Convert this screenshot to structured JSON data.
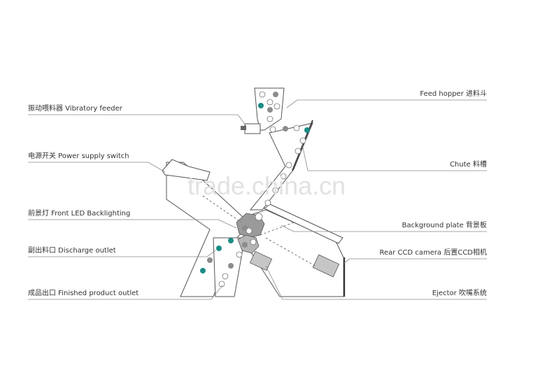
{
  "labels": {
    "vibratory_feeder": "振动喂料器 Vibratory feeder",
    "power_switch": "电源开关 Power supply switch",
    "front_led": "前景灯 Front LED Backlighting",
    "discharge_outlet": "副出料口 Discharge outlet",
    "finished_outlet": "成品出口 Finished product outlet",
    "feed_hopper": "Feed hopper 进料斗",
    "chute": "Chute 料槽",
    "background_plate": "Background plate 背景板",
    "rear_ccd": "Rear CCD camera 后置CCD相机",
    "ejector": "Ejector 吹嘴系统"
  },
  "watermark": "trade.china.cn",
  "colors": {
    "teal_ball": "#1a8c85",
    "gray_ball": "#8c8c8c",
    "line": "#8a8a8a",
    "text": "#333333"
  }
}
